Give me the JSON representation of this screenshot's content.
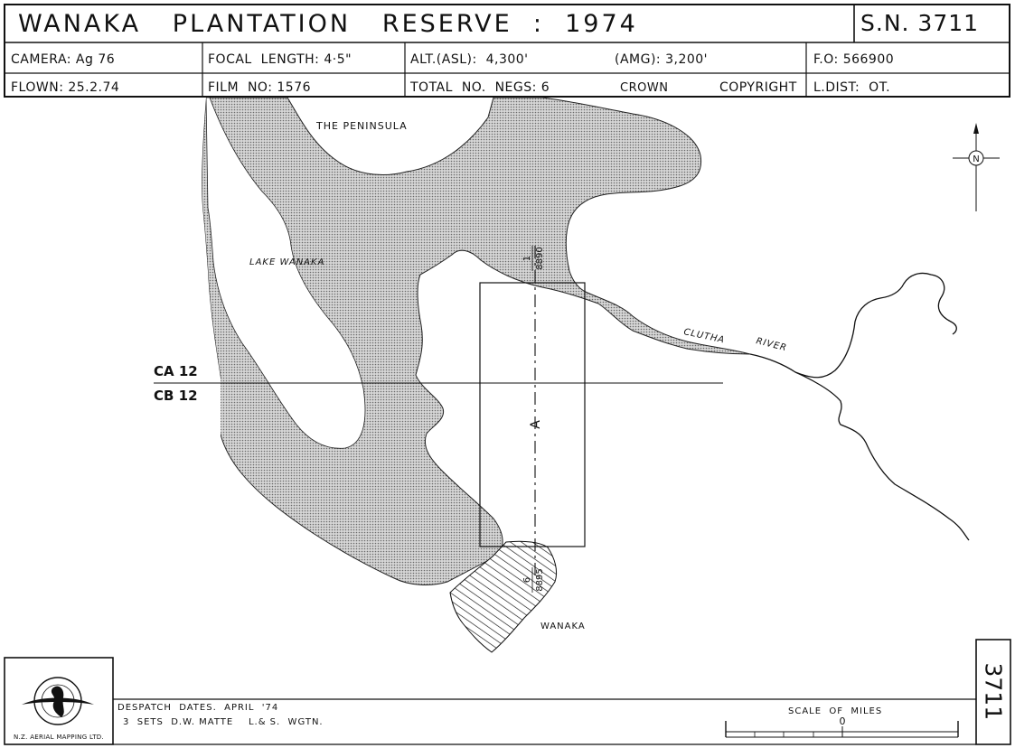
{
  "header": {
    "title": "WANAKA   PLANTATION   RESERVE  :  1974",
    "sortie": "S.N. 3711",
    "camera": "CAMERA: Ag 76",
    "focal_length": "FOCAL  LENGTH: 4·5\"",
    "alt_asl": "ALT.(ASL):  4,300'",
    "alt_amg": "(AMG): 3,200'",
    "fo": "F.O: 566900",
    "flown": "FLOWN: 25.2.74",
    "film_no": "FILM  NO: 1576",
    "total_negs": "TOTAL  NO.  NEGS: 6",
    "crown": "CROWN",
    "copyright": "COPYRIGHT",
    "ldist": "L.DIST:  OT."
  },
  "map": {
    "labels": {
      "peninsula": "THE  PENINSULA",
      "lake": "LAKE  WANAKA",
      "river_1": "CLUTHA",
      "river_2": "RIVER",
      "town": "WANAKA",
      "run_a": "A",
      "frame_top_num": "1",
      "frame_top_ref": "8890",
      "frame_bottom_num": "6",
      "frame_bottom_ref": "8895",
      "strip_ca": "CA 12",
      "strip_cb": "CB 12",
      "north": "N"
    },
    "colors": {
      "water": "#c8c8c8",
      "ink": "#111111"
    }
  },
  "footer": {
    "despatch_line1": "DESPATCH  DATES.  APRIL  '74",
    "despatch_line2": "3  SETS  D.W. MATTE    L.& S.  WGTN.",
    "scale_title": "SCALE  OF  MILES",
    "scale_zero": "0",
    "side_number": "3711",
    "logo_text": "N.Z. AERIAL MAPPING LTD."
  }
}
